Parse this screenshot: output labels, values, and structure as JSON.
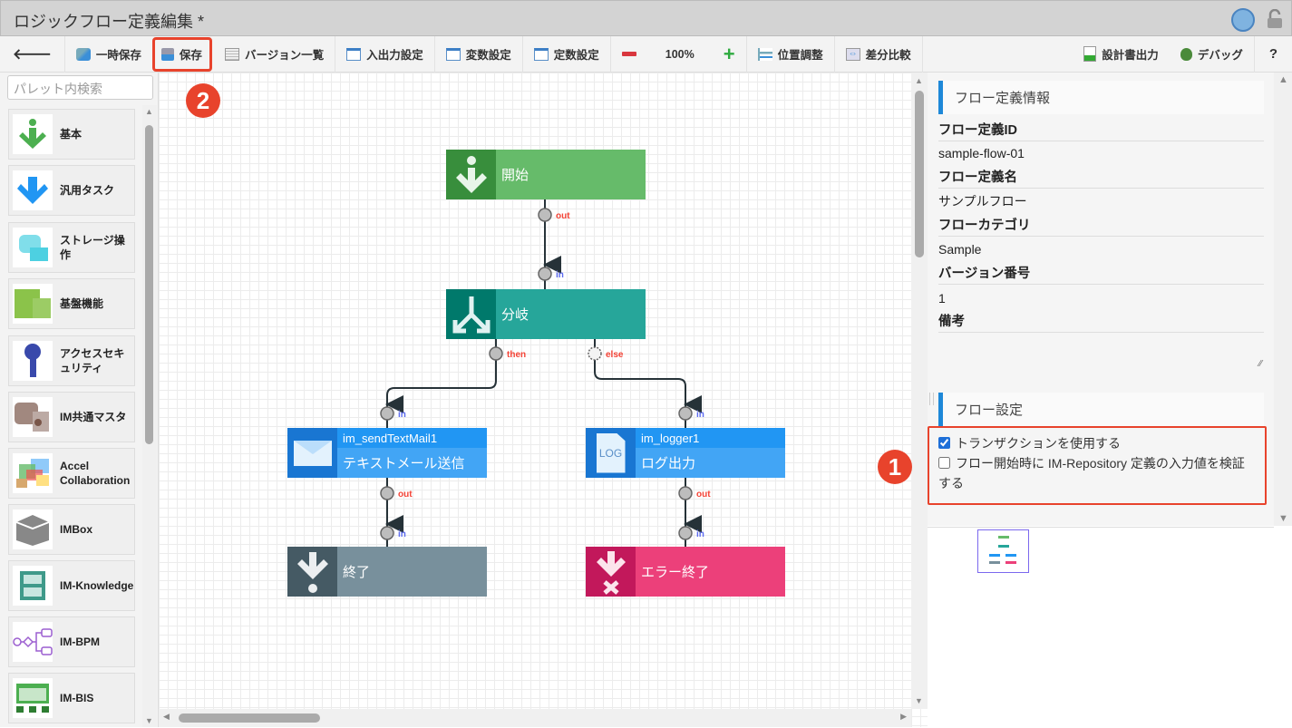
{
  "window": {
    "title": "ロジックフロー定義編集  *"
  },
  "toolbar": {
    "temp_save": "一時保存",
    "save": "保存",
    "versions": "バージョン一覧",
    "io_settings": "入出力設定",
    "var_settings": "変数設定",
    "const_settings": "定数設定",
    "zoom": "100%",
    "align": "位置調整",
    "diff": "差分比較",
    "export_doc": "設計書出力",
    "debug": "デバッグ",
    "help": "?"
  },
  "annotations": {
    "one": "1",
    "two": "2"
  },
  "palette": {
    "search_placeholder": "パレット内検索",
    "items": [
      {
        "label": "基本",
        "icon": "start-arrow-icon"
      },
      {
        "label": "汎用タスク",
        "icon": "blue-arrow-icon"
      },
      {
        "label": "ストレージ操作",
        "icon": "storage-icon"
      },
      {
        "label": "基盤機能",
        "icon": "grid-icon"
      },
      {
        "label": "アクセスセキュリティ",
        "icon": "key-icon"
      },
      {
        "label": "IM共通マスタ",
        "icon": "database-user-icon"
      },
      {
        "label": "Accel Collaboration",
        "icon": "collab-icon"
      },
      {
        "label": "IMBox",
        "icon": "box-icon"
      },
      {
        "label": "IM-Knowledge",
        "icon": "knowledge-icon"
      },
      {
        "label": "IM-BPM",
        "icon": "bpm-icon"
      },
      {
        "label": "IM-BIS",
        "icon": "bis-icon"
      }
    ]
  },
  "flow": {
    "start": {
      "label": "開始",
      "color": "#66bb6a",
      "icon_color": "#388e3c"
    },
    "branch": {
      "label": "分岐",
      "color": "#26a69a",
      "icon_color": "#00796b"
    },
    "mail": {
      "id": "im_sendTextMail1",
      "label": "テキストメール送信",
      "color": "#42a5f5",
      "head_color": "#2196f3",
      "icon_color": "#1976d2"
    },
    "logger": {
      "id": "im_logger1",
      "label": "ログ出力",
      "icon_text": "LOG",
      "color": "#42a5f5",
      "head_color": "#2196f3",
      "icon_color": "#1976d2"
    },
    "end": {
      "label": "終了",
      "color": "#78909c",
      "icon_color": "#455a64"
    },
    "error_end": {
      "label": "エラー終了",
      "color": "#ec407a",
      "icon_color": "#c2185b"
    },
    "ports": {
      "out": "out",
      "in": "in",
      "then": "then",
      "else": "else"
    }
  },
  "properties": {
    "info_title": "フロー定義情報",
    "id_label": "フロー定義ID",
    "id_value": "sample-flow-01",
    "name_label": "フロー定義名",
    "name_value": "サンプルフロー",
    "category_label": "フローカテゴリ",
    "category_value": "Sample",
    "version_label": "バージョン番号",
    "version_value": "1",
    "note_label": "備考",
    "settings_title": "フロー設定",
    "use_transaction": "トランザクションを使用する",
    "use_transaction_checked": true,
    "validate_input": "フロー開始時に IM-Repository 定義の入力値を検証する",
    "validate_input_checked": false
  }
}
